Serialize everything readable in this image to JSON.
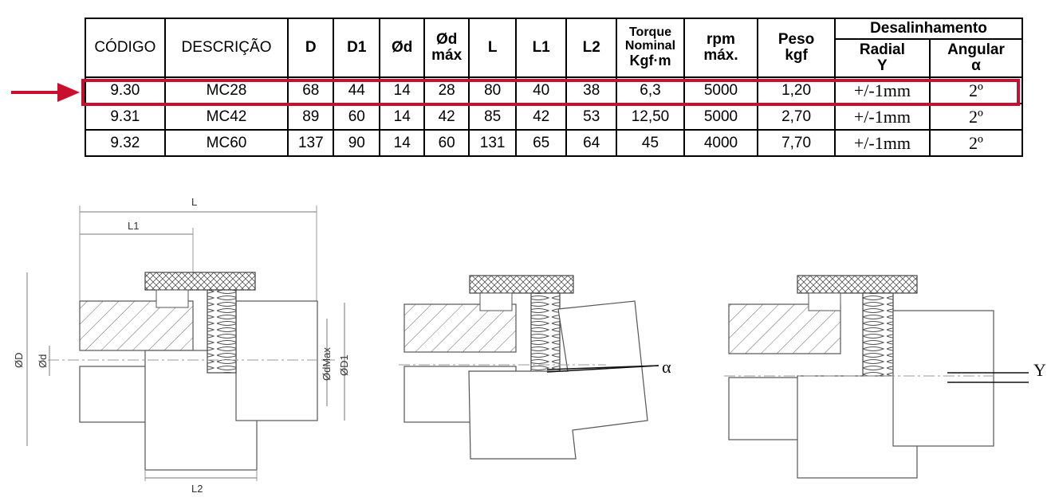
{
  "table": {
    "headers": {
      "codigo": "CÓDIGO",
      "descricao": "DESCRIÇÃO",
      "d": "D",
      "d1": "D1",
      "od": "Ød",
      "od_max_1": "Ød",
      "od_max_2": "máx",
      "l": "L",
      "l1": "L1",
      "l2": "L2",
      "torque_1": "Torque",
      "torque_2": "Nominal",
      "torque_3": "Kgf·m",
      "rpm_1": "rpm",
      "rpm_2": "máx.",
      "peso_1": "Peso",
      "peso_2": "kgf",
      "desalinhamento": "Desalinhamento",
      "radial_1": "Radial",
      "radial_2": "Y",
      "angular_1": "Angular",
      "angular_2": "α"
    },
    "rows": [
      {
        "codigo": "9.30",
        "descricao": "MC28",
        "d": "68",
        "d1": "44",
        "od": "14",
        "od_max": "28",
        "l": "80",
        "l1": "40",
        "l2": "38",
        "torque": "6,3",
        "rpm": "5000",
        "peso": "1,20",
        "radial": "+/-1mm",
        "angular": "2º"
      },
      {
        "codigo": "9.31",
        "descricao": "MC42",
        "d": "89",
        "d1": "60",
        "od": "14",
        "od_max": "42",
        "l": "85",
        "l1": "42",
        "l2": "53",
        "torque": "12,50",
        "rpm": "5000",
        "peso": "2,70",
        "radial": "+/-1mm",
        "angular": "2º"
      },
      {
        "codigo": "9.32",
        "descricao": "MC60",
        "d": "137",
        "d1": "90",
        "od": "14",
        "od_max": "60",
        "l": "131",
        "l1": "65",
        "l2": "64",
        "torque": "45",
        "rpm": "4000",
        "peso": "7,70",
        "radial": "+/-1mm",
        "angular": "2º"
      }
    ]
  },
  "highlight": {
    "color": "#c8102e"
  },
  "drawings": {
    "dimensions": {
      "l": "L",
      "l1": "L1",
      "l2": "L2",
      "od": "ØD",
      "odsmall": "Ød",
      "odmax": "ØdMax",
      "od1": "ØD1"
    },
    "angular_label": "α",
    "radial_label": "Y"
  }
}
